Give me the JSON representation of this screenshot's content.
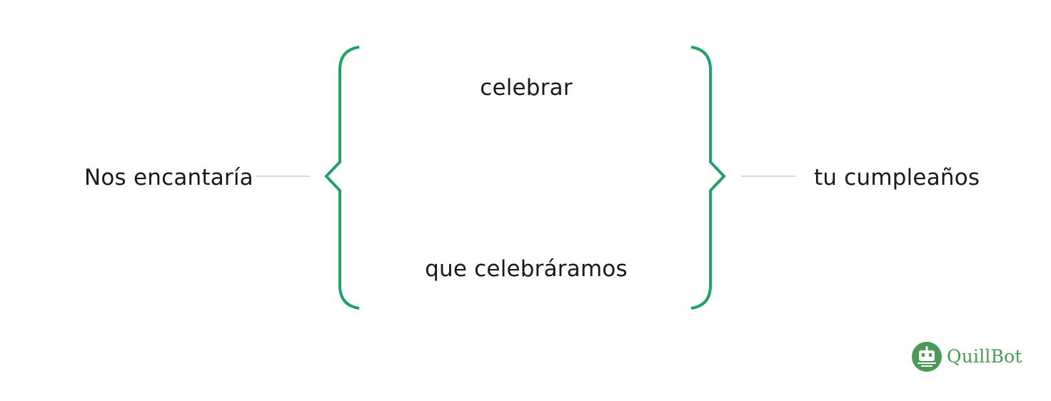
{
  "diagram": {
    "left_phrase": "Nos encantaría",
    "options": {
      "top": "celebrar",
      "bottom": "que celebráramos"
    },
    "right_phrase": "tu cumpleaños"
  },
  "colors": {
    "bracket": "#1fa266",
    "connector": "#d9d9d9",
    "text": "#1a1a1a",
    "brand": "#4a9a55"
  },
  "logo": {
    "name": "QuillBot",
    "icon": "quillbot-robot-icon"
  }
}
